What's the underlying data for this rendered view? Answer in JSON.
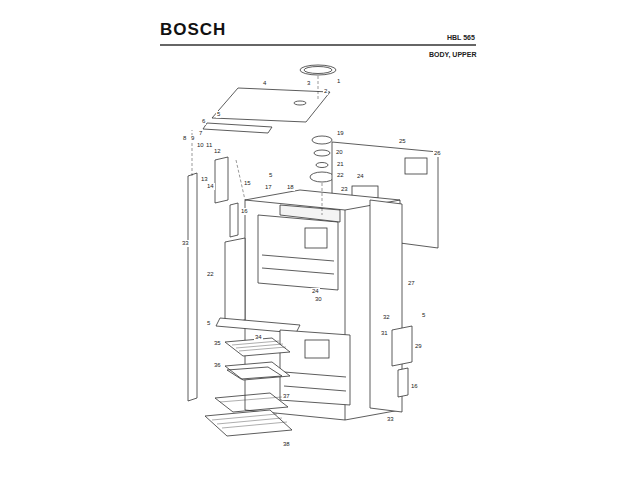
{
  "diagram": {
    "title": "BOSCH",
    "labels": [
      "HBL 565",
      "BODY, UPPER",
      "1",
      "2",
      "3",
      "4",
      "5",
      "6",
      "7",
      "8",
      "9",
      "10",
      "11",
      "12",
      "13",
      "14",
      "15",
      "16",
      "17",
      "18",
      "19",
      "20",
      "21",
      "22",
      "23",
      "24",
      "25",
      "26",
      "5",
      "33",
      "22",
      "27",
      "24",
      "30",
      "5",
      "34",
      "5",
      "32",
      "31",
      "29",
      "35",
      "36",
      "16",
      "37",
      "33",
      "38"
    ]
  }
}
